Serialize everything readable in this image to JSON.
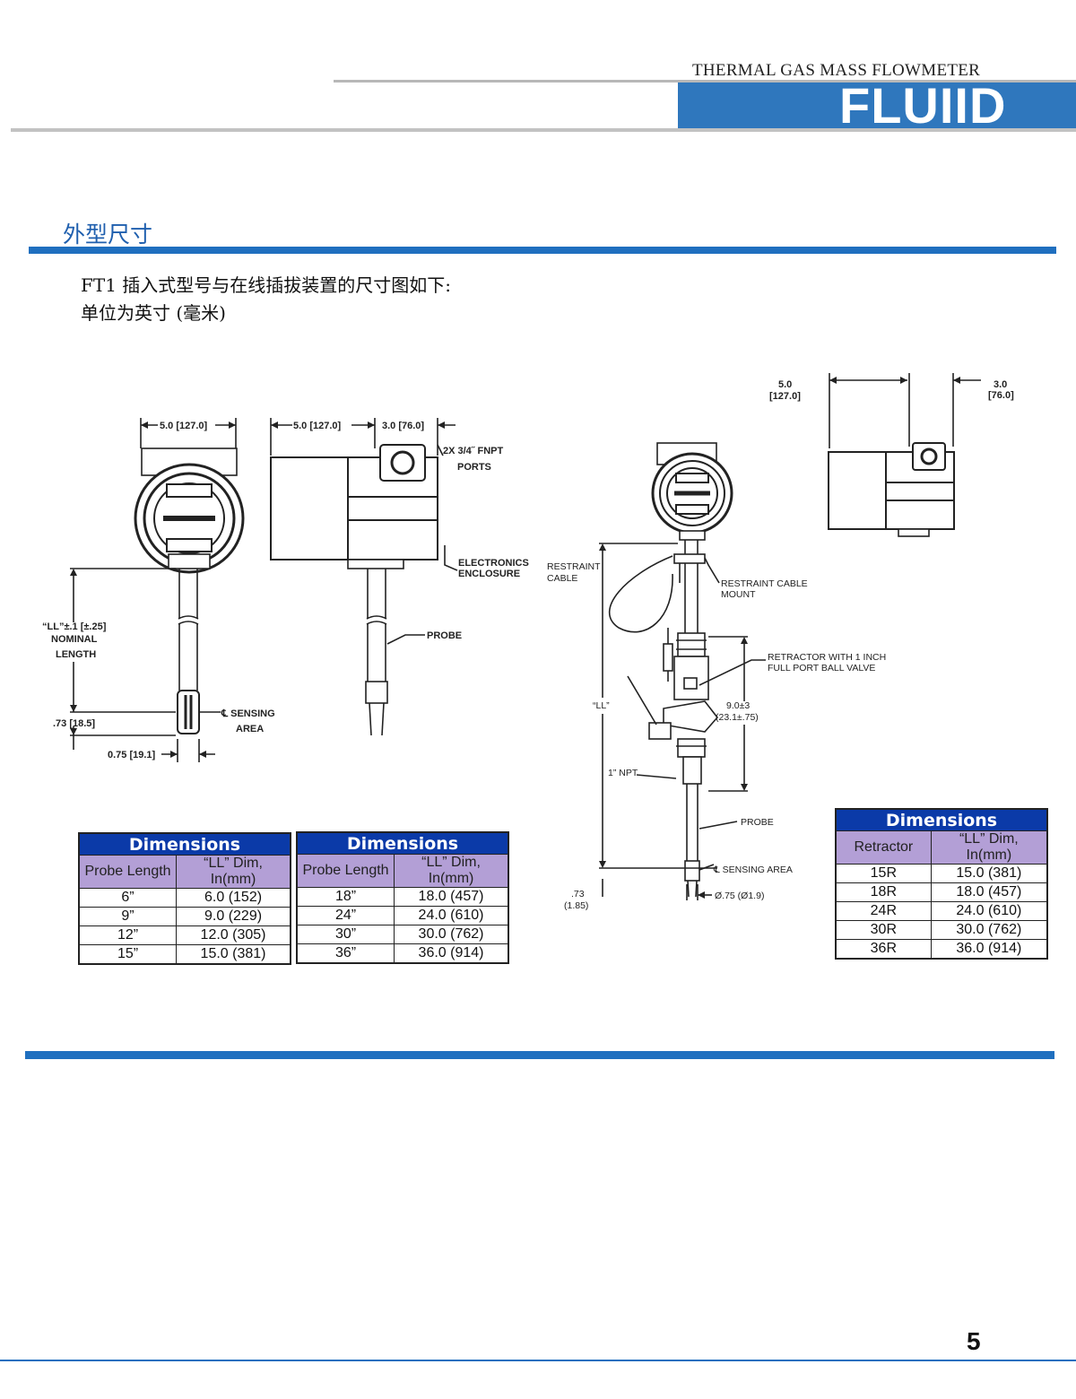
{
  "header": {
    "subtitle": "THERMAL GAS MASS FLOWMETER",
    "logo": "FLUIID"
  },
  "section": {
    "title": "外型尺寸",
    "intro_line1": "FT1 插入式型号与在线插拔装置的尺寸图如下:",
    "intro_line2": "单位为英寸 (毫米)"
  },
  "diagram1": {
    "width_top": "5.0 [127.0]",
    "ll_label_1": "“LL”±.1 [±.25]",
    "ll_label_2": "NOMINAL",
    "ll_label_3": "LENGTH",
    "tip_offset": ".73 [18.5]",
    "sensing_1": "℄ SENSING",
    "sensing_2": "AREA",
    "probe_dia": "0.75 [19.1]"
  },
  "diagram2": {
    "width_left": "5.0 [127.0]",
    "width_right": "3.0 [76.0]",
    "ports_1": "2X 3/4˝ FNPT",
    "ports_2": "PORTS",
    "enclosure_1": "ELECTRONICS",
    "enclosure_2": "ENCLOSURE",
    "probe": "PROBE"
  },
  "diagram3": {
    "top_left_1": "5.0",
    "top_left_2": "[127.0]",
    "top_right_1": "3.0",
    "top_right_2": "[76.0]",
    "restraint_cable_1": "RESTRAINT",
    "restraint_cable_2": "CABLE",
    "restraint_mount_1": "RESTRAINT CABLE",
    "restraint_mount_2": "MOUNT",
    "retractor_1": "RETRACTOR WITH 1 INCH",
    "retractor_2": "FULL PORT BALL VALVE",
    "ll": "“LL”",
    "height_1": "9.0±3",
    "height_2": "(23.1±.75)",
    "npt": "1” NPT",
    "probe": "PROBE",
    "sensing": "℄ SENSING AREA",
    "tip_1": ".73",
    "tip_2": "(1.85)",
    "dia": "Ø.75 (Ø1.9)"
  },
  "tables": [
    {
      "title": "Dimensions",
      "headers": [
        "Probe Length",
        "“LL” Dim, In(mm)"
      ],
      "rows": [
        [
          "6”",
          "6.0 (152)"
        ],
        [
          "9”",
          "9.0 (229)"
        ],
        [
          "12”",
          "12.0 (305)"
        ],
        [
          "15”",
          "15.0 (381)"
        ]
      ]
    },
    {
      "title": "Dimensions",
      "headers": [
        "Probe Length",
        "“LL” Dim, In(mm)"
      ],
      "rows": [
        [
          "18”",
          "18.0 (457)"
        ],
        [
          "24”",
          "24.0 (610)"
        ],
        [
          "30”",
          "30.0 (762)"
        ],
        [
          "36”",
          "36.0 (914)"
        ]
      ]
    },
    {
      "title": "Dimensions",
      "headers": [
        "Retractor",
        "“LL” Dim, In(mm)"
      ],
      "rows": [
        [
          "15R",
          "15.0 (381)"
        ],
        [
          "18R",
          "18.0 (457)"
        ],
        [
          "24R",
          "24.0 (610)"
        ],
        [
          "30R",
          "30.0 (762)"
        ],
        [
          "36R",
          "36.0 (914)"
        ]
      ]
    }
  ],
  "footer": {
    "page_number": "5"
  }
}
